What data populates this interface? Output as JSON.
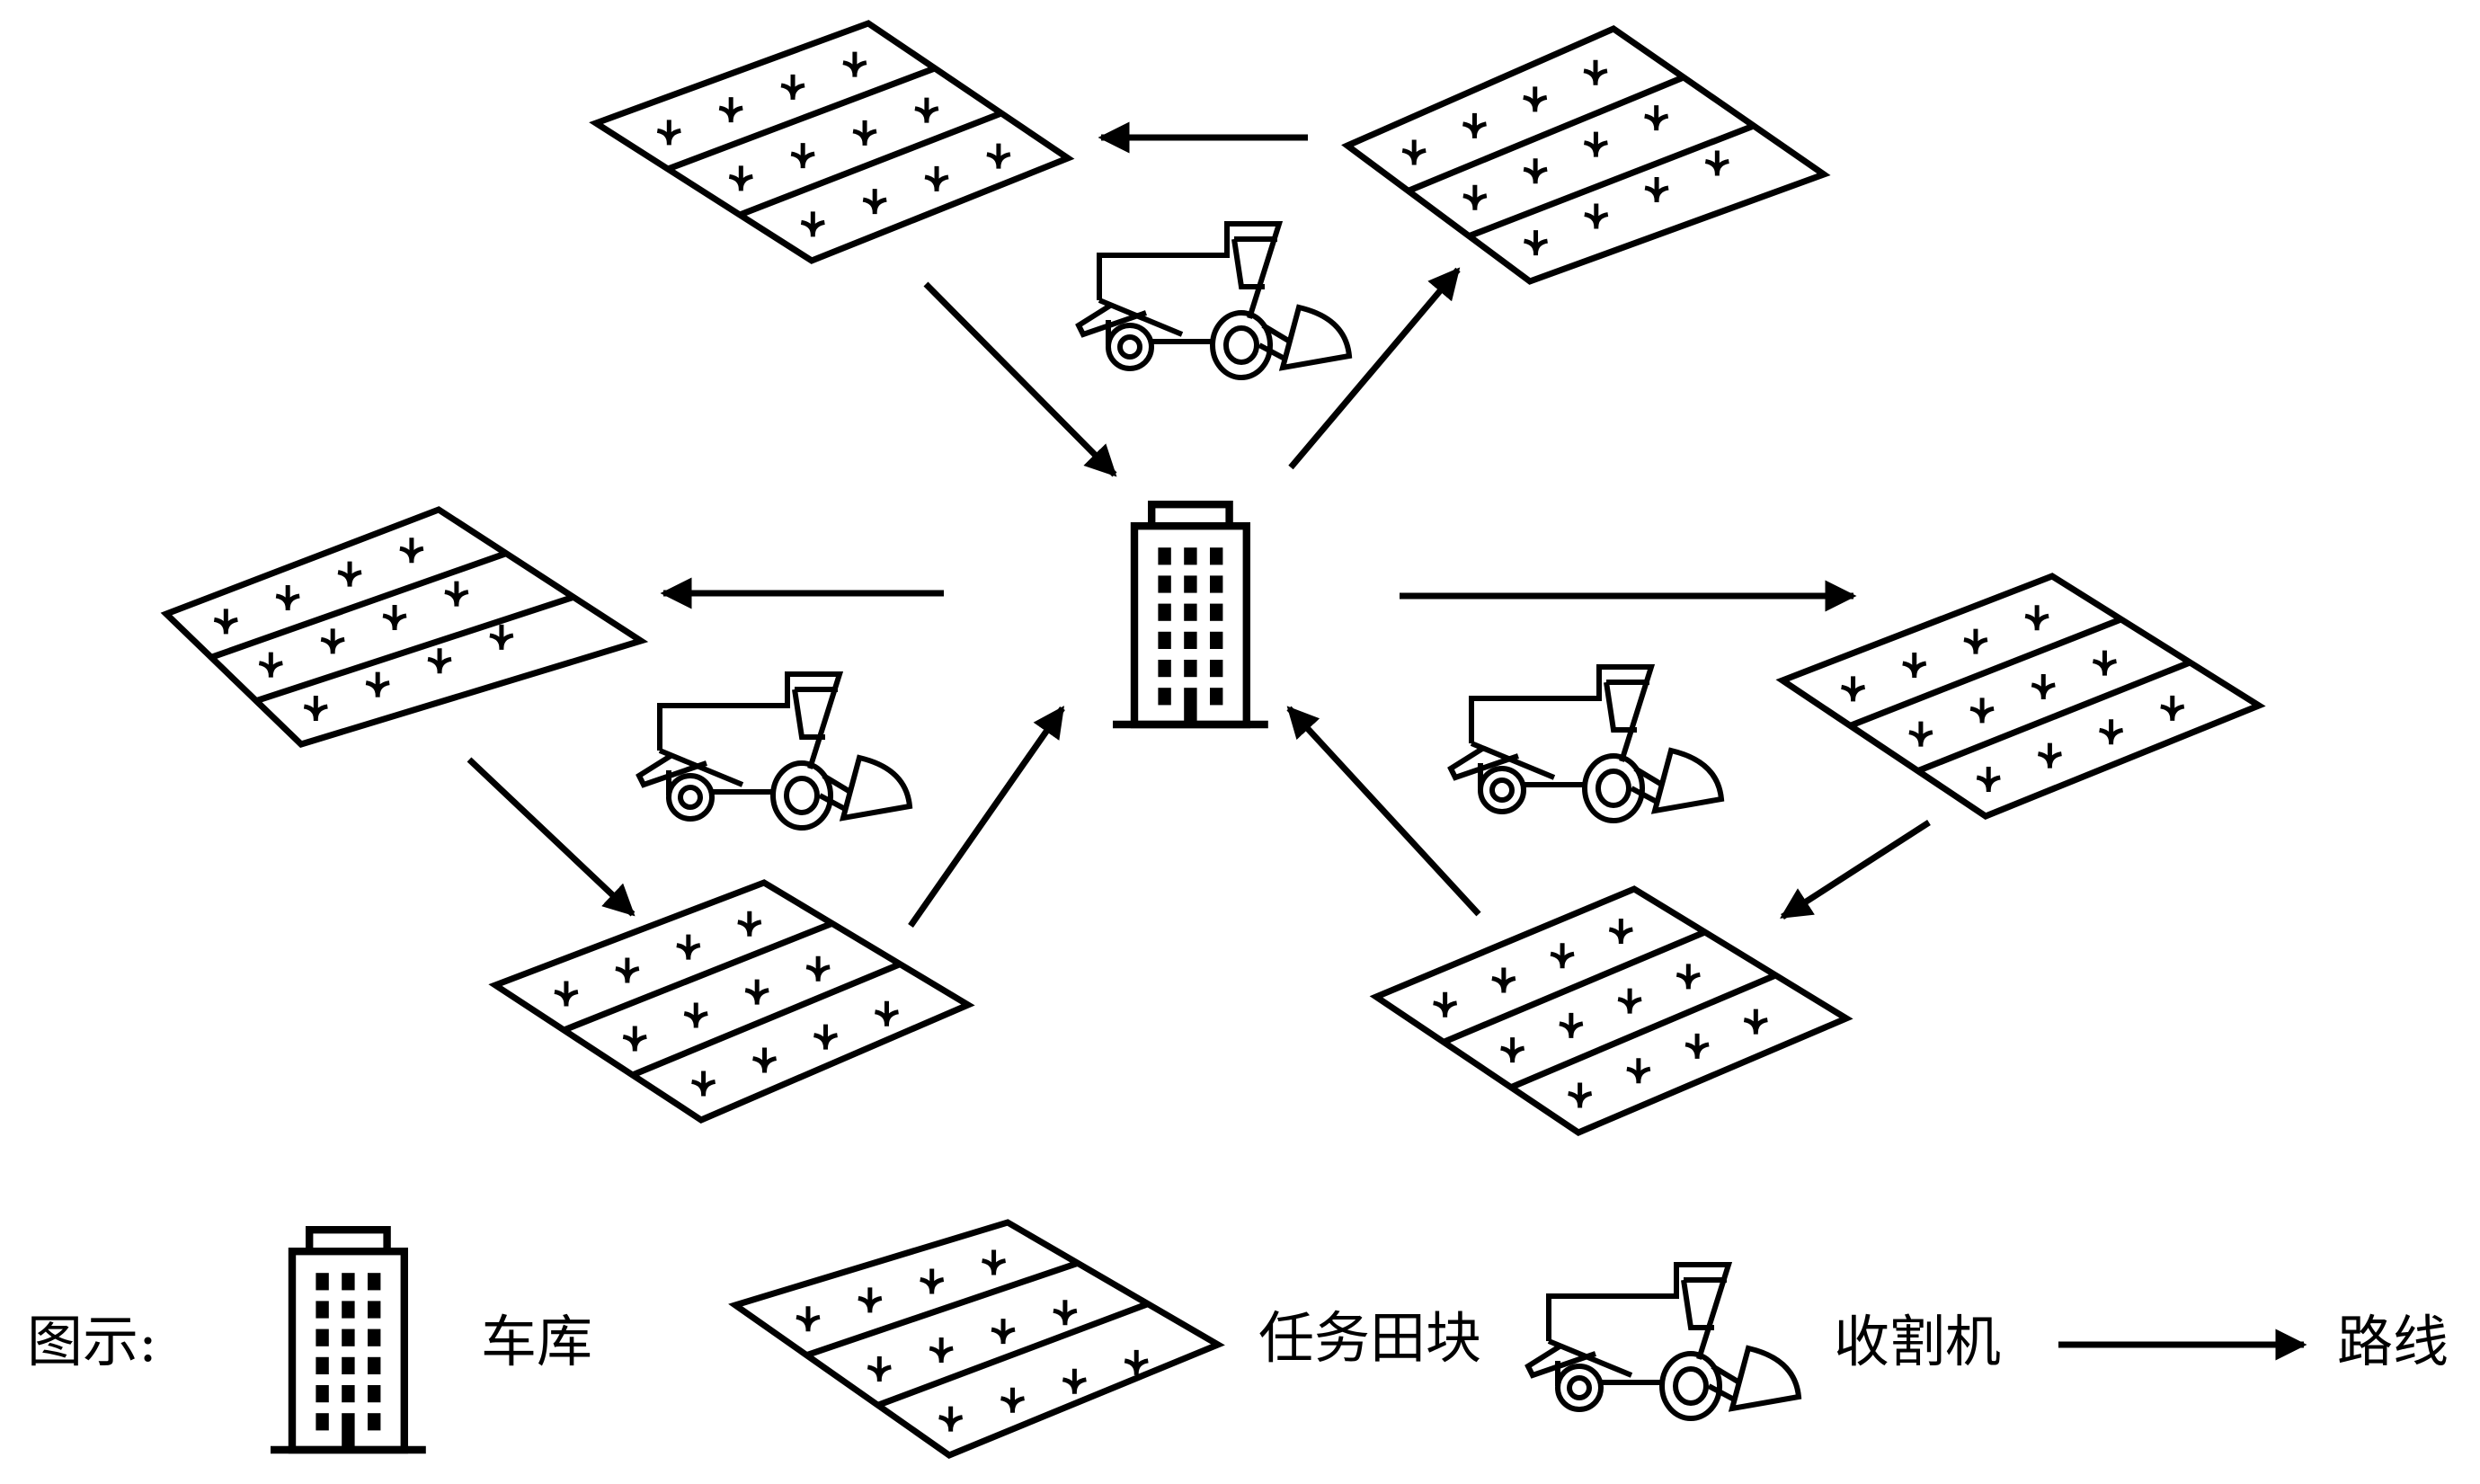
{
  "diagram": {
    "description": "Harvester scheduling routes: harvesters depart the garage, visit task fields in sequence, and return to the garage",
    "stroke_color": "#000000",
    "background_color": "#ffffff",
    "nodes": [
      {
        "id": "garage",
        "type": "garage",
        "label": "车库"
      },
      {
        "id": "field_top_left",
        "type": "task_field"
      },
      {
        "id": "field_top_right",
        "type": "task_field"
      },
      {
        "id": "field_mid_left",
        "type": "task_field"
      },
      {
        "id": "field_bottom_left",
        "type": "task_field"
      },
      {
        "id": "field_mid_right",
        "type": "task_field"
      },
      {
        "id": "field_bottom_right",
        "type": "task_field"
      }
    ],
    "harvesters": [
      {
        "id": "harvester_top",
        "route": "top"
      },
      {
        "id": "harvester_left",
        "route": "left"
      },
      {
        "id": "harvester_right",
        "route": "right"
      }
    ],
    "routes": [
      {
        "name": "top",
        "edges": [
          [
            "garage",
            "field_top_right"
          ],
          [
            "field_top_right",
            "field_top_left"
          ],
          [
            "field_top_left",
            "garage"
          ]
        ]
      },
      {
        "name": "left",
        "edges": [
          [
            "garage",
            "field_mid_left"
          ],
          [
            "field_mid_left",
            "field_bottom_left"
          ],
          [
            "field_bottom_left",
            "garage"
          ]
        ]
      },
      {
        "name": "right",
        "edges": [
          [
            "garage",
            "field_mid_right"
          ],
          [
            "field_mid_right",
            "field_bottom_right"
          ],
          [
            "field_bottom_right",
            "garage"
          ]
        ]
      }
    ],
    "field_rows": 3,
    "plants_per_row": 4
  },
  "legend": {
    "title": "图示:",
    "items": [
      {
        "icon": "garage-icon",
        "label": "车库"
      },
      {
        "icon": "task-field-icon",
        "label": "任务田块"
      },
      {
        "icon": "harvester-icon",
        "label": "收割机"
      },
      {
        "icon": "route-arrow-icon",
        "label": "路线"
      }
    ]
  }
}
